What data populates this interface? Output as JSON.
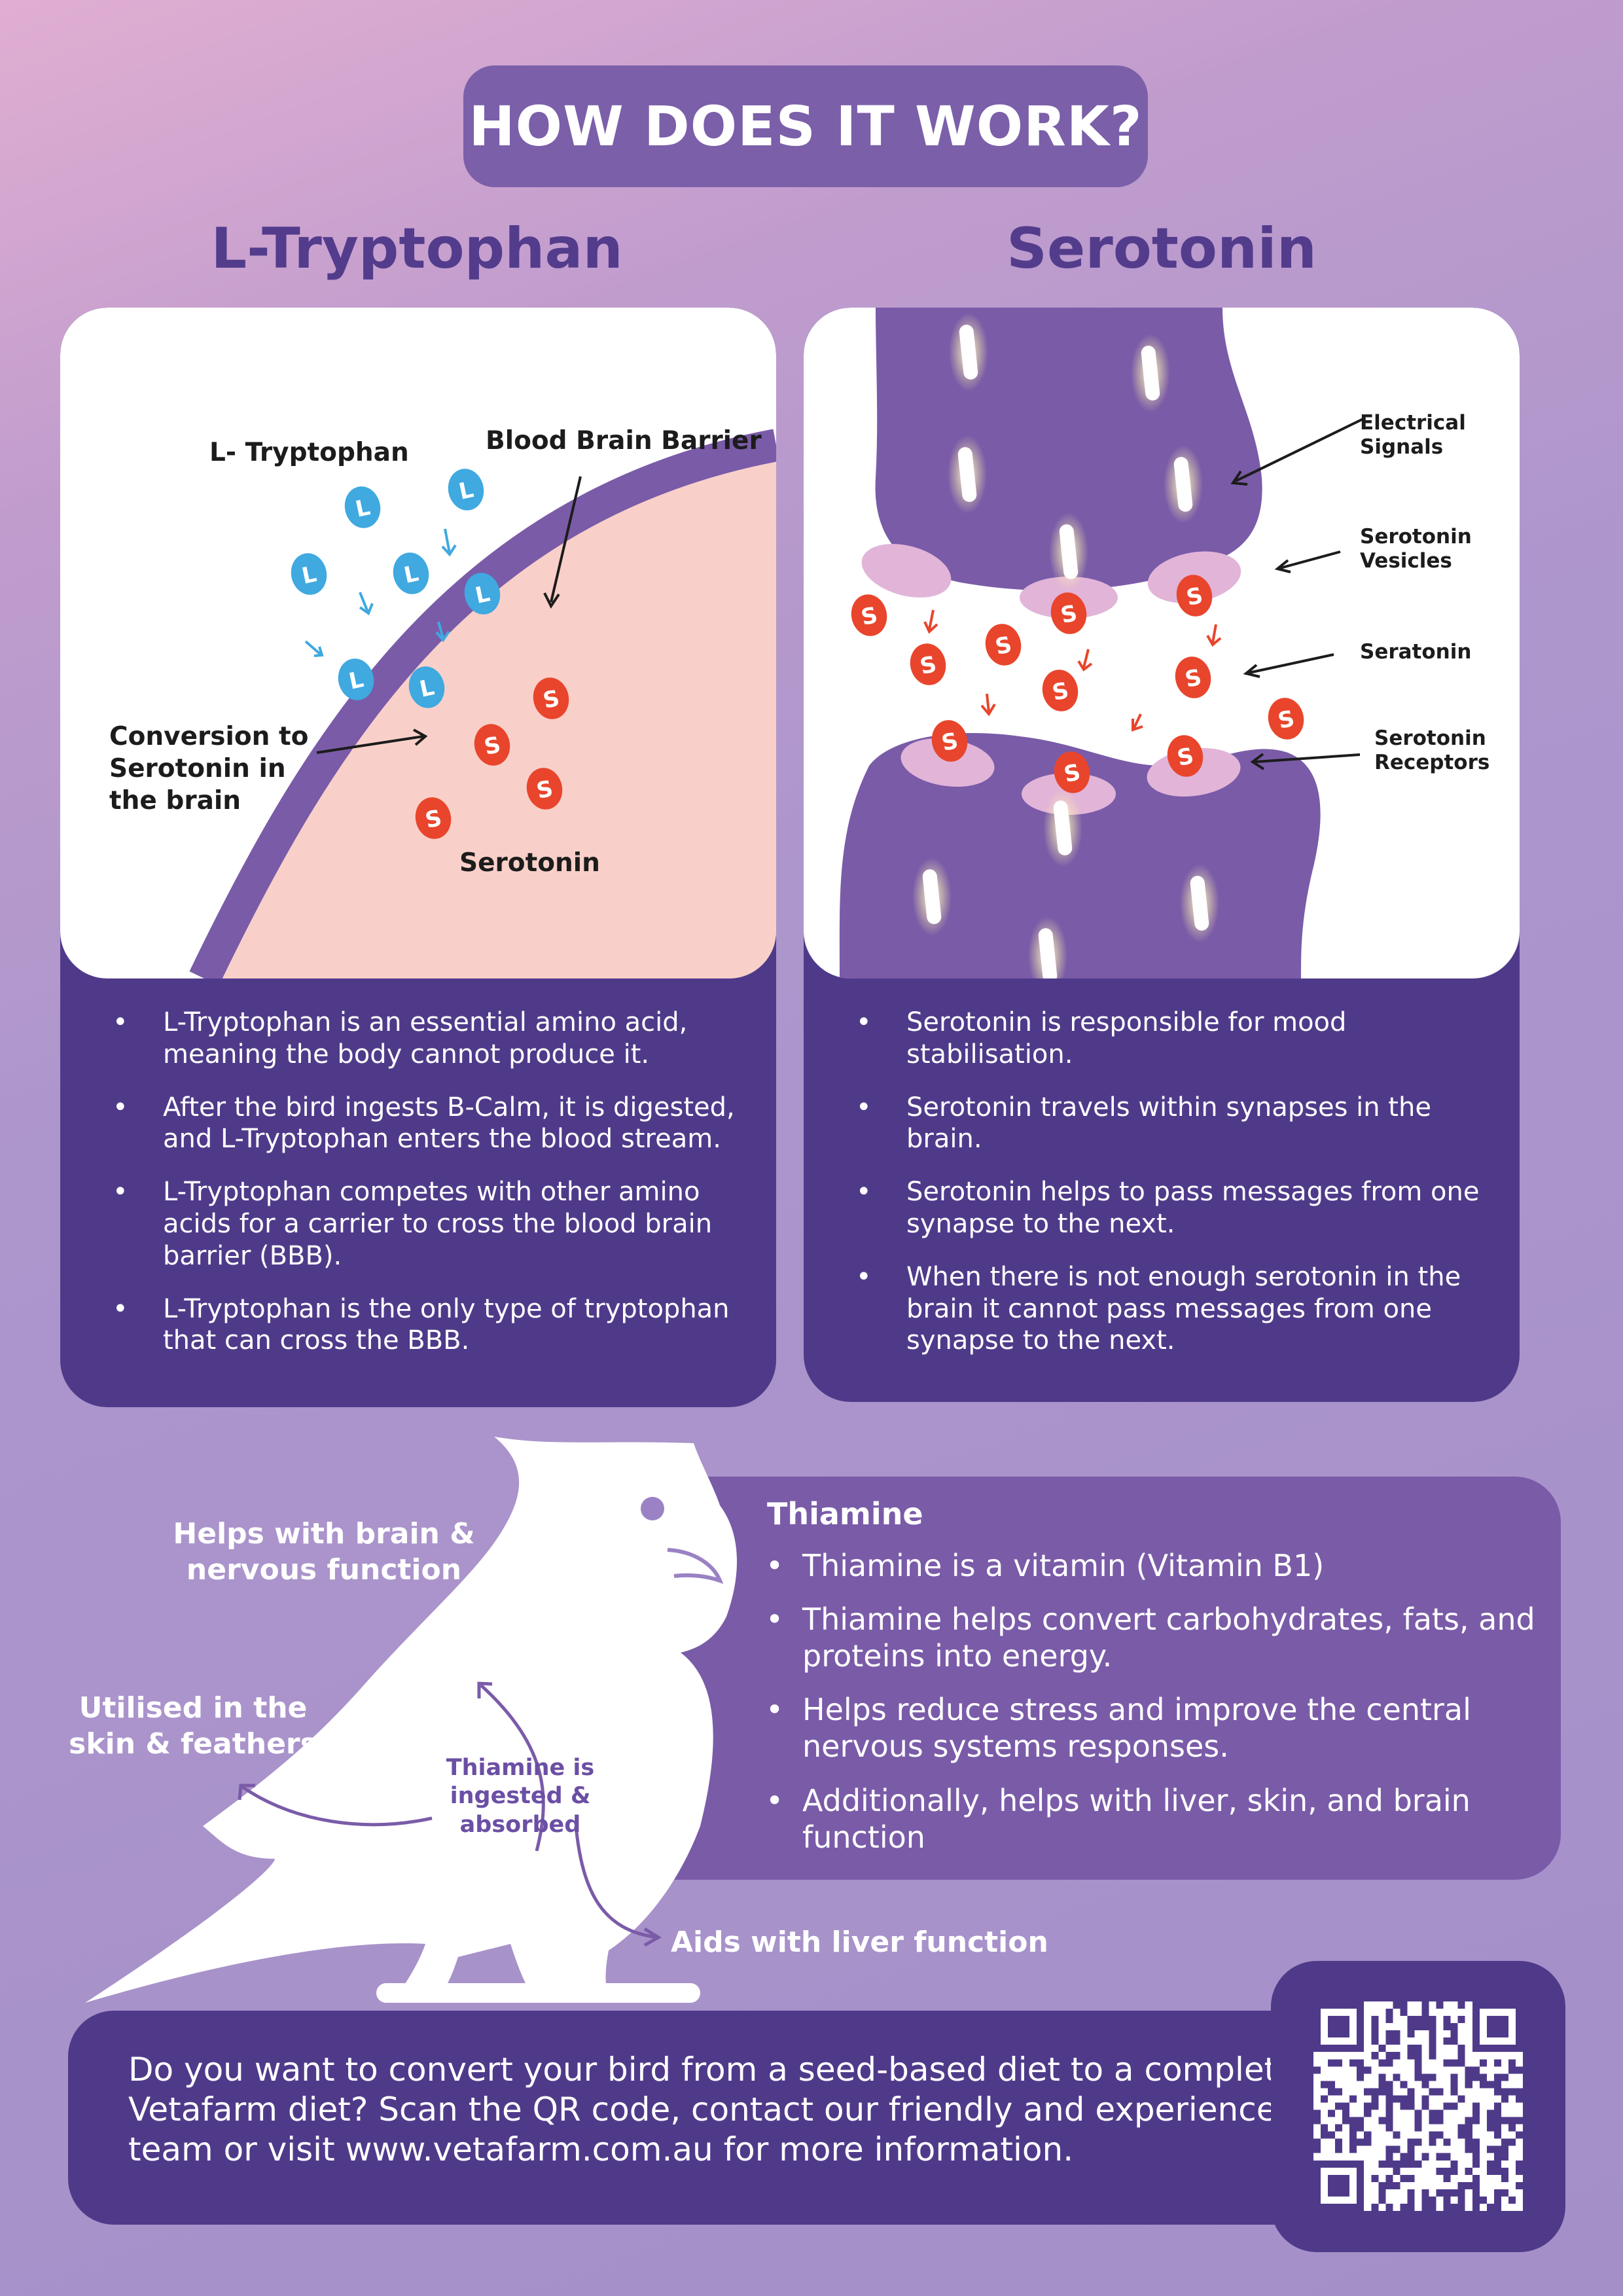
{
  "header": {
    "title": "HOW DOES IT WORK?"
  },
  "tryptophan": {
    "heading": "L-Tryptophan",
    "illustration": {
      "label_tryptophan": "L- Tryptophan",
      "label_bbb": "Blood Brain Barrier",
      "label_conversion": "Conversion to Serotonin in the brain",
      "label_serotonin": "Serotonin",
      "molecule_l": "L",
      "molecule_s": "S"
    },
    "bullets": [
      "L-Tryptophan is an essential amino acid, meaning the body cannot produce it.",
      "After the bird ingests B-Calm, it is digested, and L-Tryptophan enters the blood stream.",
      "L-Tryptophan competes with other amino acids for a carrier to cross the blood brain barrier (BBB).",
      "L-Tryptophan is the only type of tryptophan that can cross the BBB."
    ]
  },
  "serotonin": {
    "heading": "Serotonin",
    "illustration": {
      "label_electrical": "Electrical Signals",
      "label_vesicles": "Serotonin Vesicles",
      "label_seratonin": "Seratonin",
      "label_receptors": "Serotonin Receptors",
      "molecule_s": "S"
    },
    "bullets": [
      "Serotonin is responsible for mood stabilisation.",
      "Serotonin travels within synapses in the brain.",
      "Serotonin helps to pass messages from one synapse to the next.",
      "When there is not enough serotonin in the brain it cannot pass messages from one synapse to the next."
    ]
  },
  "thiamine": {
    "heading": "Thiamine",
    "bullets": [
      "Thiamine is a vitamin (Vitamin B1)",
      "Thiamine helps convert carbohydrates, fats, and proteins into energy.",
      "Helps reduce stress and improve the central nervous systems responses.",
      "Additionally, helps with liver, skin, and brain function"
    ],
    "functions": {
      "brain": "Helps with brain & nervous function",
      "skin": "Utilised in the skin & feathers",
      "ingested": "Thiamine is ingested & absorbed",
      "liver": "Aids with liver function"
    }
  },
  "cta": {
    "text": "Do you want to convert your bird from a seed-based diet to a complete Vetafarm diet? Scan the QR code, contact our friendly and experienced team or visit www.vetafarm.com.au for more information."
  },
  "colors": {
    "dark_purple": "#4f3a8a",
    "mid_purple": "#7a5ba8",
    "heading_purple": "#533c8c",
    "brain_pink": "#f9d0c9",
    "l_blue": "#3fa9e0",
    "s_red": "#e8452c",
    "vesicle_pink": "#e2b4d8"
  }
}
